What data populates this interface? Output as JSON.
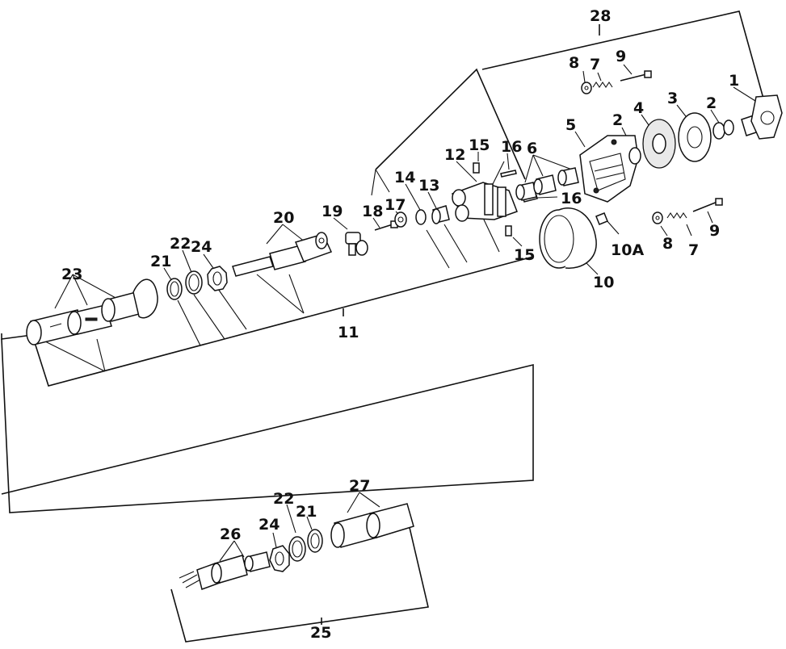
{
  "labels": {
    "l28": "28",
    "l8a": "8",
    "l7a": "7",
    "l9a": "9",
    "l1": "1",
    "l2a": "2",
    "l3": "3",
    "l4": "4",
    "l2b": "2",
    "l5": "5",
    "l6": "6",
    "l15a": "15",
    "l16a": "16",
    "l12": "12",
    "l14": "14",
    "l13": "13",
    "l16b": "16",
    "l17": "17",
    "l18": "18",
    "l19": "19",
    "l20": "20",
    "l22a": "22",
    "l24a": "24",
    "l21a": "21",
    "l23": "23",
    "l15b": "15",
    "l10A": "10A",
    "l10": "10",
    "l8b": "8",
    "l7b": "7",
    "l9b": "9",
    "l11": "11",
    "l27": "27",
    "l22b": "22",
    "l21b": "21",
    "l24b": "24",
    "l26": "26",
    "l25": "25"
  }
}
